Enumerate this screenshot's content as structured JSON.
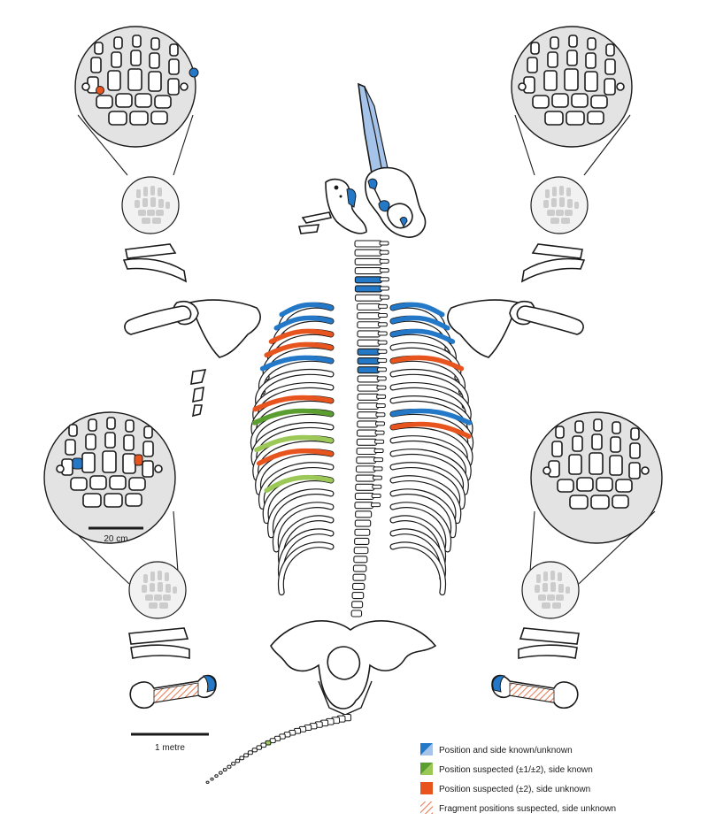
{
  "scale_bars": {
    "hand_scale": "20 cm",
    "body_scale": "1 metre"
  },
  "colors": {
    "known": "#2378c8",
    "known_light": "#a6c4ea",
    "suspected_known_side": "#5a9e2f",
    "suspected_known_side_light": "#9cc857",
    "suspected_unknown_side": "#e8541e",
    "fragment_hatch": "#e8541e",
    "outline": "#1a1a1a",
    "inset_fill": "#e3e3e3"
  },
  "legend": {
    "items": [
      {
        "label": "Position and side known/unknown",
        "swatch": "blue-split"
      },
      {
        "label": "Position suspected (±1/±2), side known",
        "swatch": "green-split"
      },
      {
        "label": "Position suspected (±2), side unknown",
        "swatch": "orange"
      },
      {
        "label": "Fragment positions suspected, side unknown",
        "swatch": "hatched"
      }
    ]
  }
}
